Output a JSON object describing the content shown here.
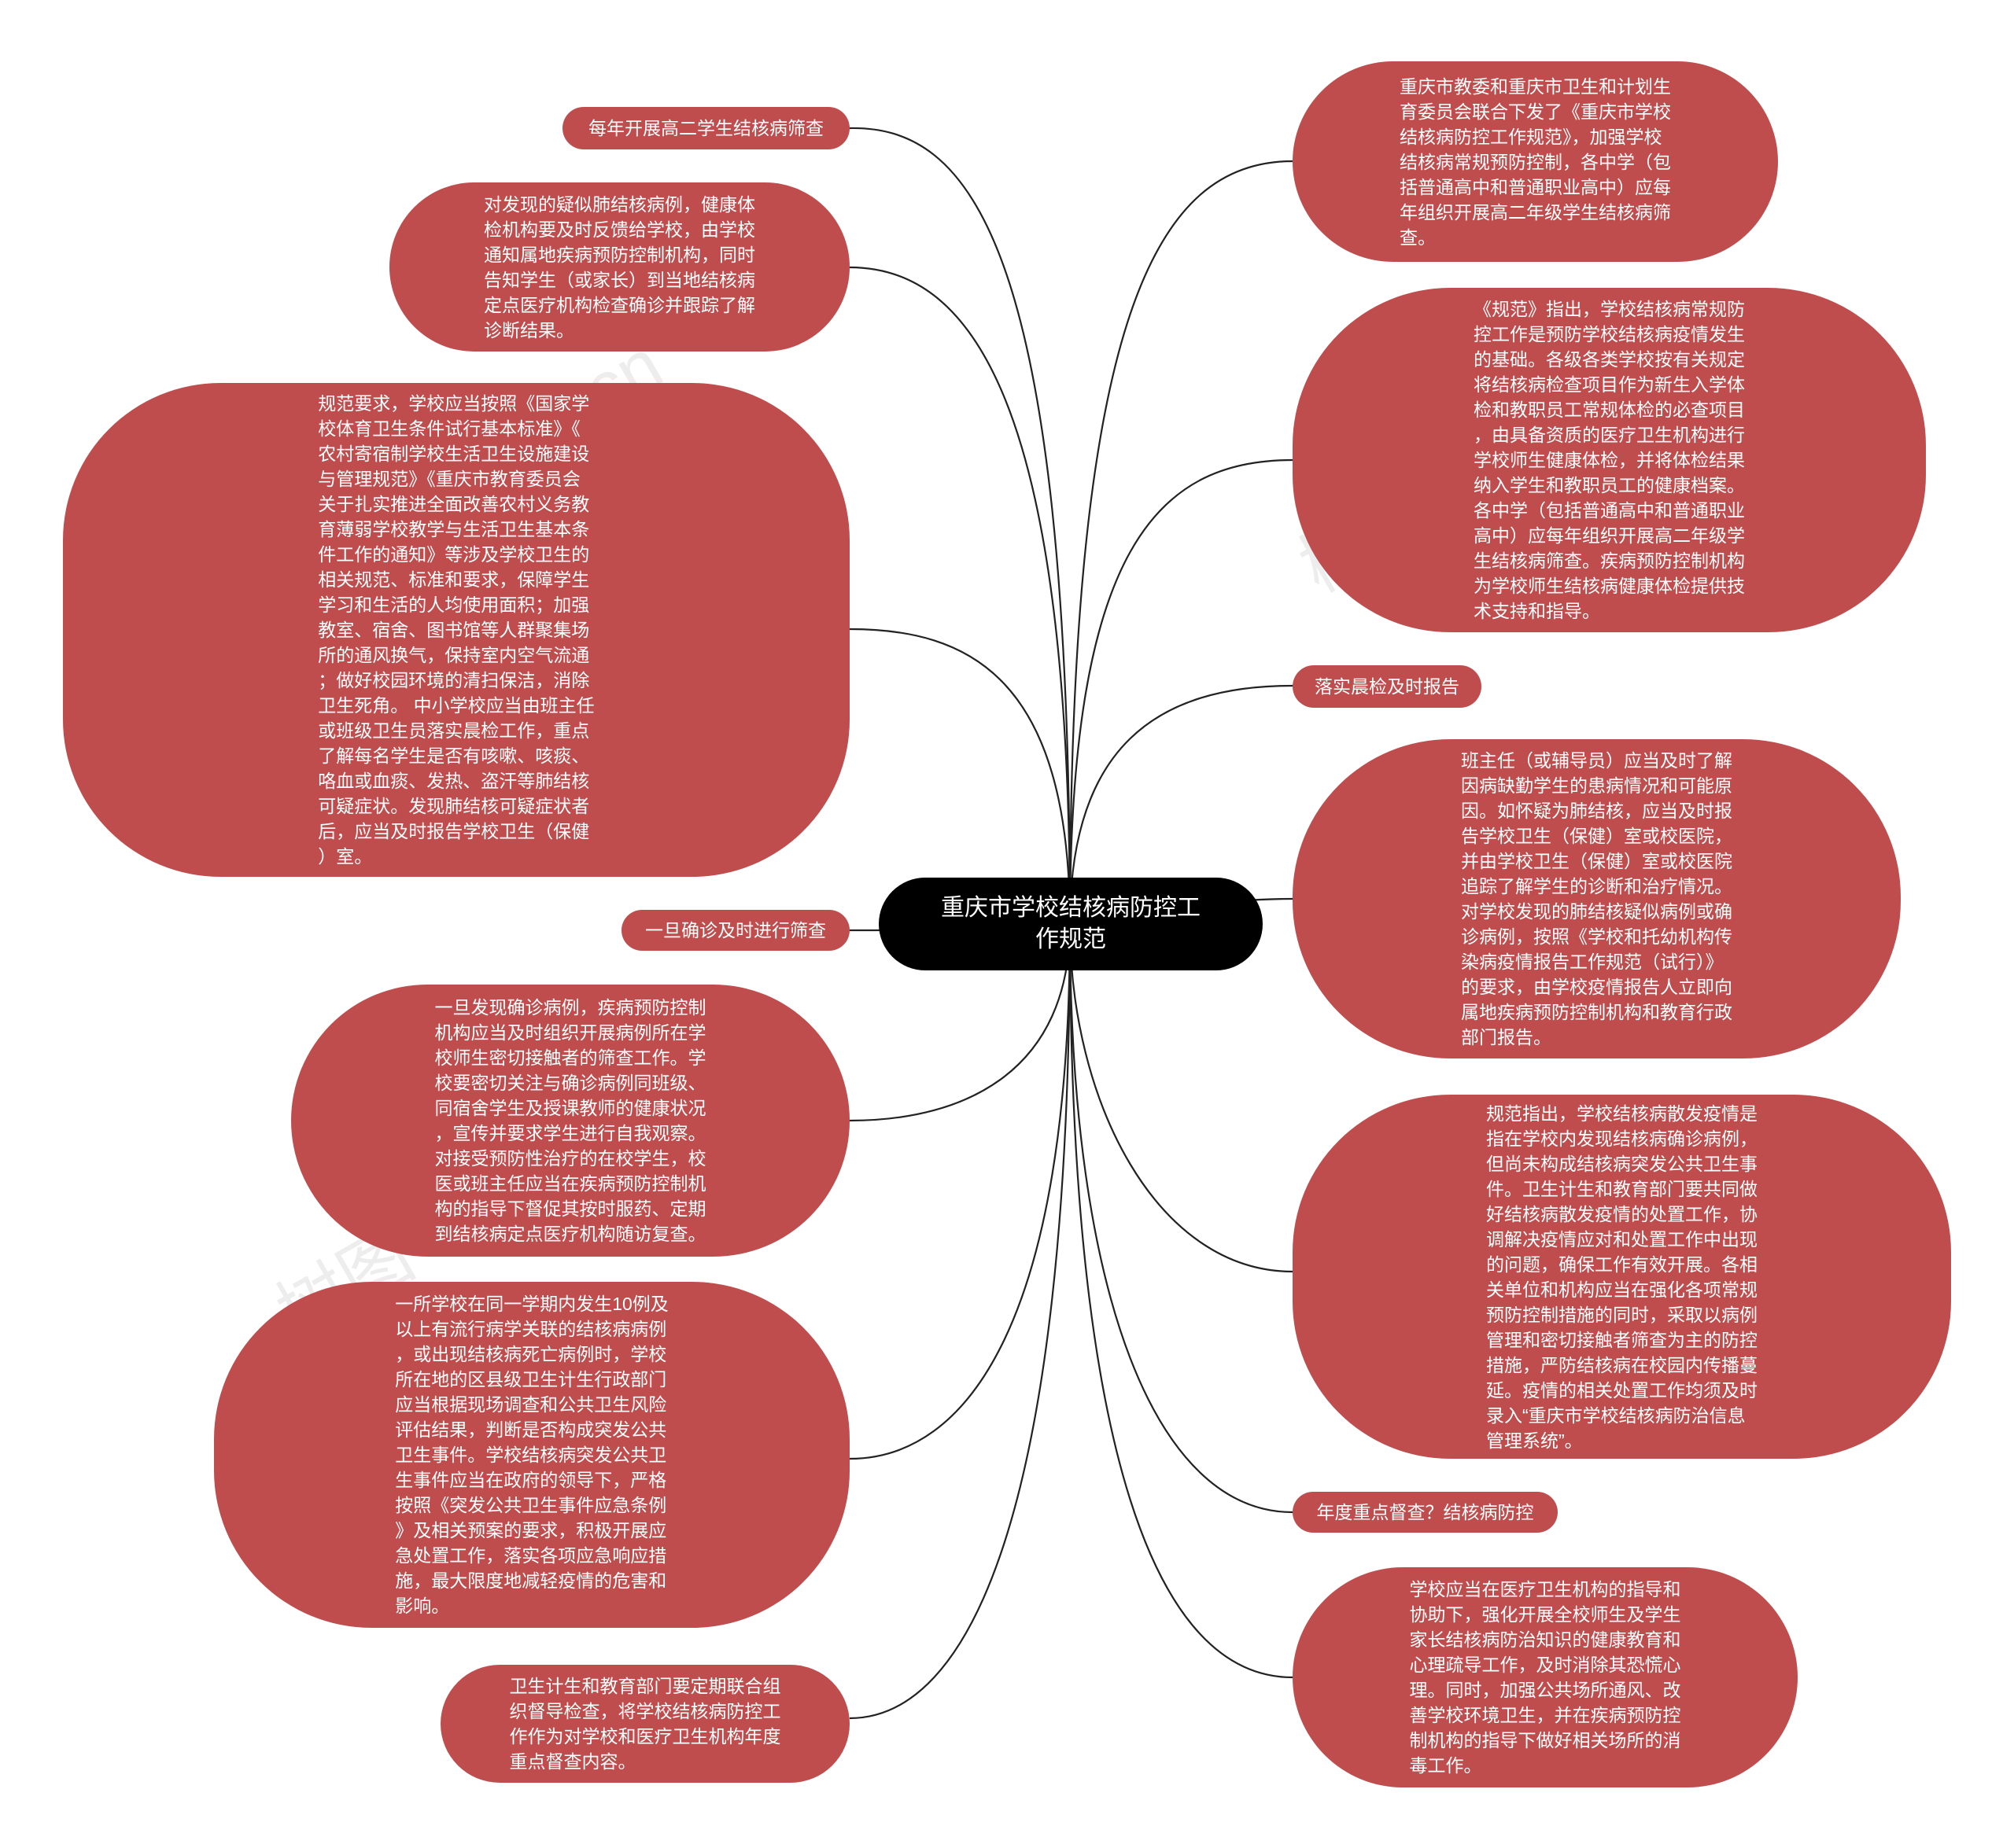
{
  "root": {
    "text": "重庆市学校结核病防控工\n作规范"
  },
  "left": {
    "n1": "每年开展高二学生结核病筛查",
    "n2": "对发现的疑似肺结核病例，健康体\n检机构要及时反馈给学校，由学校\n通知属地疾病预防控制机构，同时\n告知学生（或家长）到当地结核病\n定点医疗机构检查确诊并跟踪了解\n诊断结果。",
    "n3": "规范要求，学校应当按照《国家学\n校体育卫生条件试行基本标准》《\n农村寄宿制学校生活卫生设施建设\n与管理规范》《重庆市教育委员会\n关于扎实推进全面改善农村义务教\n育薄弱学校教学与生活卫生基本条\n件工作的通知》等涉及学校卫生的\n相关规范、标准和要求，保障学生\n学习和生活的人均使用面积；加强\n教室、宿舍、图书馆等人群聚集场\n所的通风换气，保持室内空气流通\n；做好校园环境的清扫保洁，消除\n卫生死角。 中小学校应当由班主任\n或班级卫生员落实晨检工作，重点\n了解每名学生是否有咳嗽、咳痰、\n咯血或血痰、发热、盗汗等肺结核\n可疑症状。发现肺结核可疑症状者\n后，应当及时报告学校卫生（保健\n）室。",
    "n4": "一旦确诊及时进行筛查",
    "n5": "一旦发现确诊病例，疾病预防控制\n机构应当及时组织开展病例所在学\n校师生密切接触者的筛查工作。学\n校要密切关注与确诊病例同班级、\n同宿舍学生及授课教师的健康状况\n，宣传并要求学生进行自我观察。\n对接受预防性治疗的在校学生，校\n医或班主任应当在疾病预防控制机\n构的指导下督促其按时服药、定期\n到结核病定点医疗机构随访复查。",
    "n6": "一所学校在同一学期内发生10例及\n以上有流行病学关联的结核病病例\n，或出现结核病死亡病例时，学校\n所在地的区县级卫生计生行政部门\n应当根据现场调查和公共卫生风险\n评估结果，判断是否构成突发公共\n卫生事件。学校结核病突发公共卫\n生事件应当在政府的领导下，严格\n按照《突发公共卫生事件应急条例\n》及相关预案的要求，积极开展应\n急处置工作，落实各项应急响应措\n施，最大限度地减轻疫情的危害和\n影响。",
    "n7": "卫生计生和教育部门要定期联合组\n织督导检查，将学校结核病防控工\n作作为对学校和医疗卫生机构年度\n重点督查内容。"
  },
  "right": {
    "n1": "重庆市教委和重庆市卫生和计划生\n育委员会联合下发了《重庆市学校\n结核病防控工作规范》，加强学校\n结核病常规预防控制，各中学（包\n括普通高中和普通职业高中）应每\n年组织开展高二年级学生结核病筛\n查。",
    "n2": "《规范》指出，学校结核病常规防\n控工作是预防学校结核病疫情发生\n的基础。各级各类学校按有关规定\n将结核病检查项目作为新生入学体\n检和教职员工常规体检的必查项目\n，由具备资质的医疗卫生机构进行\n学校师生健康体检，并将体检结果\n纳入学生和教职员工的健康档案。\n各中学（包括普通高中和普通职业\n高中）应每年组织开展高二年级学\n生结核病筛查。疾病预防控制机构\n为学校师生结核病健康体检提供技\n术支持和指导。",
    "n3": "落实晨检及时报告",
    "n4": "班主任（或辅导员）应当及时了解\n因病缺勤学生的患病情况和可能原\n因。如怀疑为肺结核，应当及时报\n告学校卫生（保健）室或校医院，\n并由学校卫生（保健）室或校医院\n追踪了解学生的诊断和治疗情况。\n对学校发现的肺结核疑似病例或确\n诊病例，按照《学校和托幼机构传\n染病疫情报告工作规范（试行）》\n的要求，由学校疫情报告人立即向\n属地疾病预防控制机构和教育行政\n部门报告。",
    "n5": "规范指出，学校结核病散发疫情是\n指在学校内发现结核病确诊病例，\n但尚未构成结核病突发公共卫生事\n件。卫生计生和教育部门要共同做\n好结核病散发疫情的处置工作，协\n调解决疫情应对和处置工作中出现\n的问题，确保工作有效开展。各相\n关单位和机构应当在强化各项常规\n预防控制措施的同时，采取以病例\n管理和密切接触者筛查为主的防控\n措施，严防结核病在校园内传播蔓\n延。疫情的相关处置工作均须及时\n录入“重庆市学校结核病防治信息\n管理系统”。",
    "n6": "年度重点督查？结核病防控",
    "n7": "学校应当在医疗卫生机构的指导和\n协助下，强化开展全校师生及学生\n家长结核病防治知识的健康教育和\n心理疏导工作，及时消除其恐慌心\n理。同时，加强公共场所通风、改\n善学校环境卫生，并在疾病预防控\n制机构的指导下做好相关场所的消\n毒工作。"
  },
  "watermark": "树图 shutu.cn",
  "colors": {
    "node": "#bf4d4e",
    "root": "#000000",
    "line": "#222222"
  }
}
